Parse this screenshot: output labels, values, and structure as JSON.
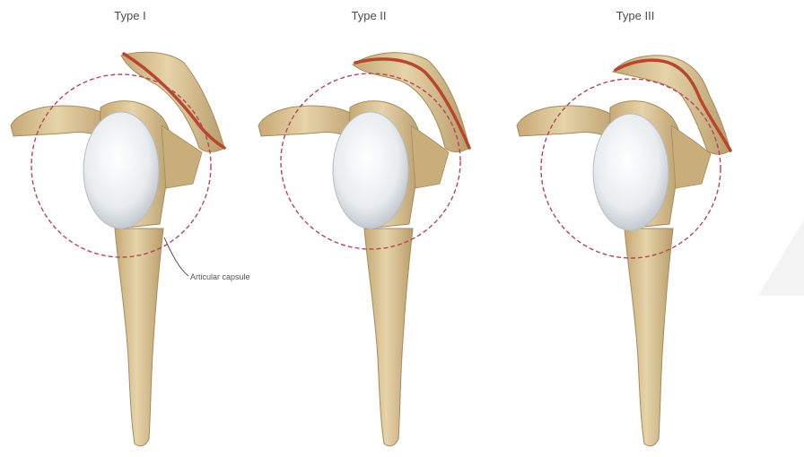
{
  "figure": {
    "panels": [
      {
        "title": "Type I"
      },
      {
        "title": "Type II"
      },
      {
        "title": "Type III"
      }
    ],
    "callout": {
      "label": "Articular capsule"
    },
    "colors": {
      "background": "#ffffff",
      "bone": "#d9c294",
      "bone_shadow": "#b89c6a",
      "bone_highlight": "#efe2c2",
      "glenoid": "#eef1f3",
      "glenoid_shadow": "#c9ced4",
      "ligament": "#b7472c",
      "capsule_dash": "#b3475a",
      "watermark": "#f2f2f2"
    }
  }
}
